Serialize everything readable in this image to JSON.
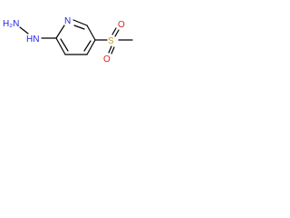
{
  "molecule": {
    "atoms": {
      "nh2": {
        "label": "H₂N",
        "color": "#1f1fe0"
      },
      "nh": {
        "label": "HN",
        "color": "#1f1fe0"
      },
      "ring_n": {
        "label": "N",
        "color": "#1f1fe0"
      },
      "sulfur": {
        "label": "S",
        "color": "#c8a020"
      },
      "oxygen_top": {
        "label": "O",
        "color": "#e02020"
      },
      "oxygen_bottom": {
        "label": "O",
        "color": "#e02020"
      }
    },
    "bond_color": "#000000"
  }
}
